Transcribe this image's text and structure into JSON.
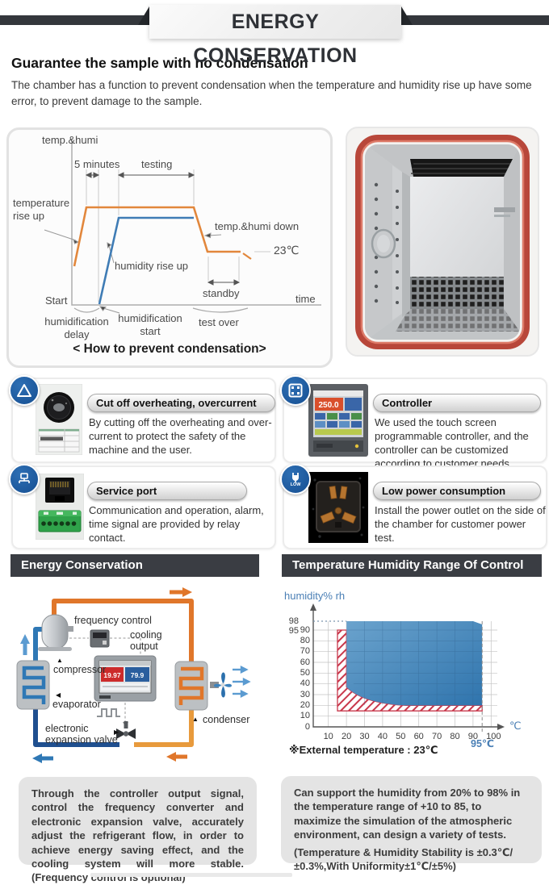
{
  "header": {
    "title": "ENERGY CONSERVATION"
  },
  "intro": {
    "heading": "Guarantee the sample with no condensation",
    "body": "The chamber has a function to prevent condensation when the temperature and humidity rise up have some error, to prevent damage to the sample."
  },
  "condensation_chart": {
    "y_axis_label": "temp.&humi",
    "x_axis_label": "time",
    "five_minutes": "5 minutes",
    "testing": "testing",
    "temperature_rise": "temperature rise up",
    "humidity_rise": "humidity rise up",
    "temp_humi_down": "temp.&humi down",
    "temp_23": "23℃",
    "standby": "standby",
    "start": "Start",
    "humidification_delay": "humidification delay",
    "humidification_start": "humidification start",
    "test_over": "test over",
    "caption": "< How to prevent condensation>"
  },
  "features": [
    {
      "icon": "warning-triangle-icon",
      "title": "Cut off overheating, overcurrent",
      "description": "By cutting off the overheating and over-current to protect the safety of the machine and the user."
    },
    {
      "icon": "touch-screen-icon",
      "title": "Controller",
      "description": "We used the touch screen programmable controller, and the controller can be customized according to customer needs.",
      "photo_value": "250.0"
    },
    {
      "icon": "network-port-icon",
      "title": "Service port",
      "description": "Communication and operation, alarm, time signal are provided by relay contact."
    },
    {
      "icon": "low-power-plug-icon",
      "title": "Low power consumption",
      "badge": "LOW",
      "description": "Install the power outlet on the side of the chamber for customer power test."
    }
  ],
  "sections": {
    "left_title": "Energy Conservation",
    "right_title": "Temperature Humidity Range Of Control"
  },
  "diagram": {
    "labels": {
      "frequency_control": "frequency control",
      "cooling_output": "cooling output",
      "compressor": "compressor",
      "evaporator": "evaporator",
      "expansion_valve": "electronic expansion valve",
      "condenser": "condenser"
    },
    "display": {
      "temp": "19.97",
      "humi": "79.9"
    }
  },
  "range_chart": {
    "ylabel": "humidity% rh",
    "xlabel": "℃",
    "y_ticks": [
      "98",
      "95",
      "90",
      "80",
      "70",
      "60",
      "50",
      "40",
      "30",
      "20",
      "10",
      "0"
    ],
    "x_ticks": [
      "10",
      "20",
      "30",
      "40",
      "50",
      "60",
      "70",
      "80",
      "90",
      "100"
    ],
    "max_temp": "95℃",
    "note": "※External temperature : 23℃"
  },
  "notes": {
    "left": "Through the controller output signal, control the frequency converter and electronic expansion valve, accurately adjust the refrigerant flow, in order to achieve energy saving effect, and the cooling system will more stable. (Frequency control is optional)",
    "right_p1": "Can support the humidity from 20% to 98% in the temperature range of +10 to 85, to maximize the simulation of the atmospheric environment, can design a variety of tests.",
    "right_p2": "(Temperature & Humidity Stability is ±0.3℃/±0.3%,With Uniformity±1℃/±5%)"
  },
  "colors": {
    "accent_dark": "#34373c",
    "icon_blue": "#1c5ca5",
    "line_orange": "#e2873c",
    "line_blue": "#3f7cb5",
    "hatch_red": "#c8374b",
    "region_blue": "#4a86bb"
  },
  "chart_data": [
    {
      "type": "line",
      "title": "< How to prevent condensation>",
      "xlabel": "time",
      "ylabel": "temp.&humi",
      "x_unit": "relative time",
      "y_unit": "relative level",
      "series": [
        {
          "name": "temperature",
          "color": "#e2873c",
          "x": [
            0,
            8,
            55,
            62,
            76,
            80,
            84
          ],
          "y": [
            20,
            88,
            88,
            48,
            48,
            46,
            42
          ]
        },
        {
          "name": "humidity",
          "color": "#3f7cb5",
          "x": [
            12,
            21,
            55
          ],
          "y": [
            0,
            79,
            79
          ]
        }
      ],
      "annotations": [
        "5 minutes",
        "testing",
        "temperature rise up",
        "humidity rise up",
        "temp.&humi down",
        "23℃",
        "standby",
        "Start",
        "humidification delay",
        "humidification start",
        "test over"
      ],
      "final_temperature": "23℃",
      "legend_position": "none",
      "grid": false
    },
    {
      "type": "area",
      "title": "Temperature Humidity Range Of Control",
      "xlabel": "℃",
      "ylabel": "humidity% rh",
      "xlim": [
        0,
        105
      ],
      "ylim": [
        0,
        100
      ],
      "x_ticks": [
        10,
        20,
        30,
        40,
        50,
        60,
        70,
        80,
        90,
        100
      ],
      "y_ticks": [
        0,
        10,
        20,
        30,
        40,
        50,
        60,
        70,
        80,
        90,
        95,
        98
      ],
      "series": [
        {
          "name": "controllable range (blue area)",
          "polygon_temp_humidity": [
            [
              20,
              98
            ],
            [
              90,
              98
            ],
            [
              95,
              95
            ],
            [
              95,
              20
            ],
            [
              53,
              20
            ],
            [
              20,
              37
            ]
          ]
        },
        {
          "name": "limit range (red hatched band)",
          "polygon_temp_humidity": [
            [
              15,
              90
            ],
            [
              20,
              90
            ],
            [
              20,
              37
            ],
            [
              53,
              20
            ],
            [
              95,
              20
            ],
            [
              95,
              15
            ],
            [
              15,
              15
            ]
          ]
        }
      ],
      "external_temperature": "23℃",
      "max_temperature": "95℃",
      "grid": true
    }
  ]
}
